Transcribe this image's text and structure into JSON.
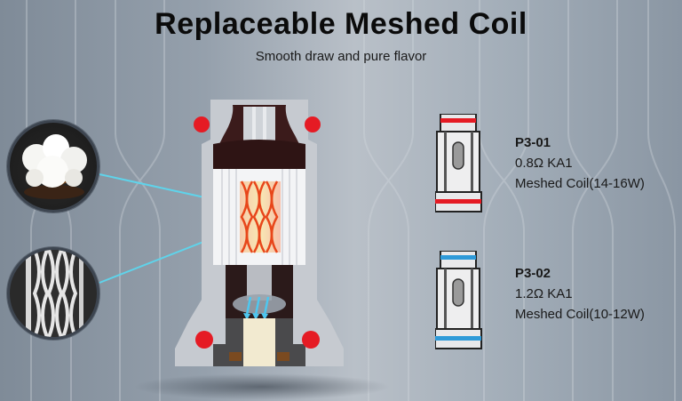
{
  "header": {
    "title": "Replaceable Meshed Coil",
    "subtitle": "Smooth draw and pure flavor"
  },
  "coils": [
    {
      "code": "P3-01",
      "resistance": "0.8Ω KA1",
      "description": "Meshed Coil(14-16W)",
      "ring_color": "#e8202a"
    },
    {
      "code": "P3-02",
      "resistance": "1.2Ω KA1",
      "description": "Meshed Coil(10-12W)",
      "ring_color": "#2f9ad8"
    }
  ],
  "callouts": [
    {
      "label": "cotton-wick"
    },
    {
      "label": "mesh-coil-detail"
    }
  ],
  "colors": {
    "leader_line": "#5fd3ea",
    "oring_red": "#e51b24",
    "pod_body": "#c9cdd2",
    "airflow_arrow": "#4ec7ef"
  }
}
